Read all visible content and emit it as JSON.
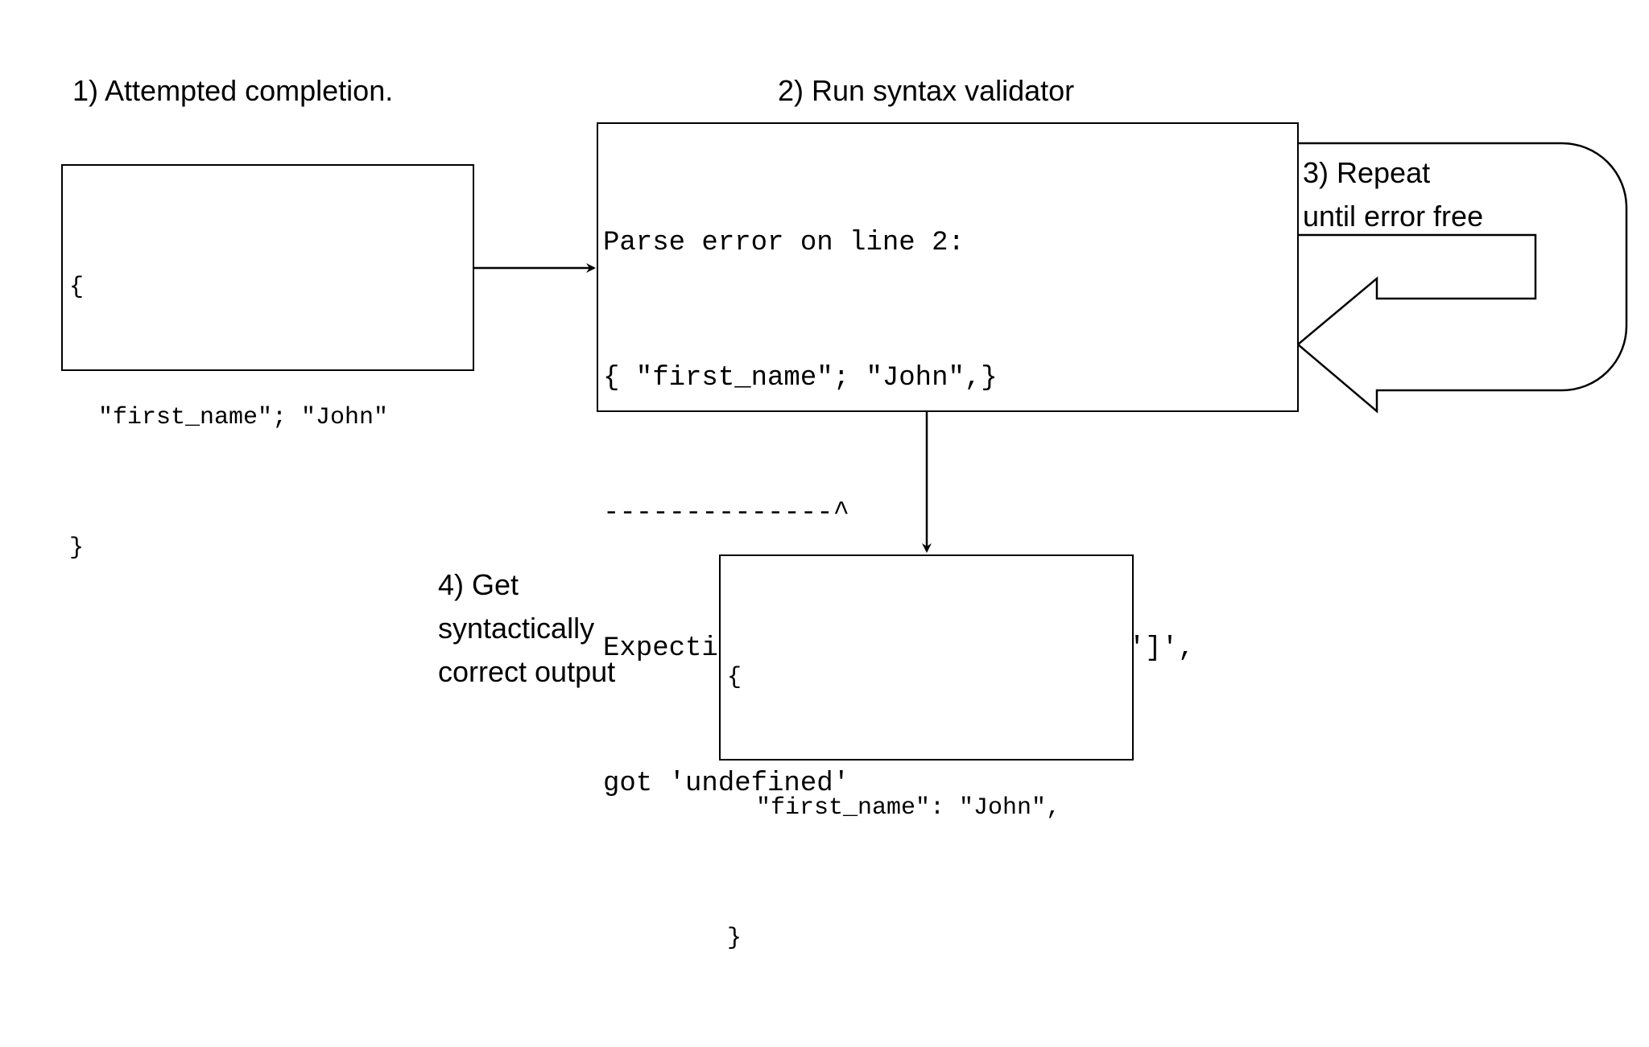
{
  "diagram": {
    "steps": {
      "step1": {
        "label": "1) Attempted completion."
      },
      "step2": {
        "label": "2) Run syntax validator"
      },
      "step3": {
        "label_lines": [
          "3) Repeat",
          "until error free"
        ]
      },
      "step4": {
        "label_lines": [
          "4) Get",
          "syntactically",
          "correct output"
        ]
      }
    },
    "input_code": {
      "lines": [
        "{",
        "  \"first_name\"; \"John\"",
        "}"
      ]
    },
    "validator_output": {
      "lines": [
        "Parse error on line 2:",
        "{ \"first_name\"; \"John\",}",
        "--------------^",
        "Expecting 'EOF', '}', ':', ',', ']',",
        "got 'undefined'"
      ]
    },
    "output_code": {
      "lines": [
        "{",
        "  \"first_name\": \"John\",",
        "}"
      ]
    }
  }
}
